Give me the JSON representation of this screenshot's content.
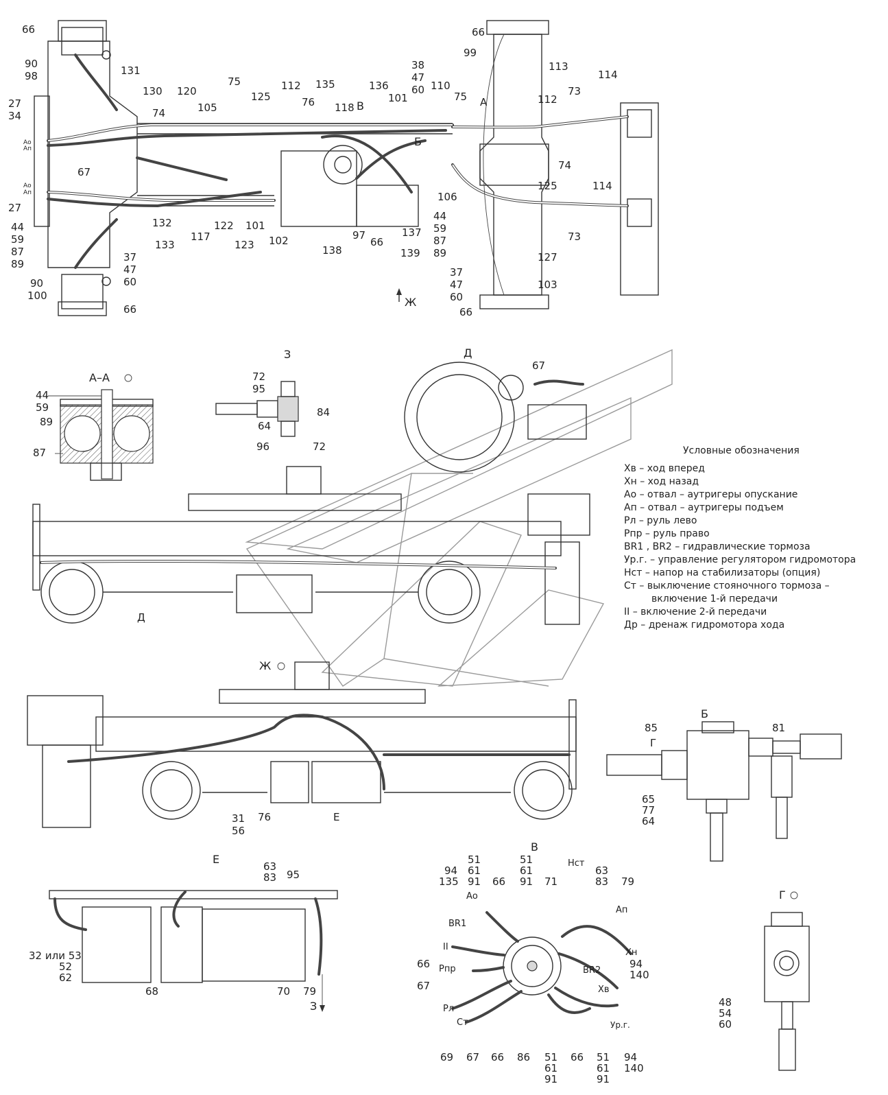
{
  "top_plan": {
    "labels_left": [
      "66",
      "90",
      "98",
      "27",
      "34",
      "Ао",
      "Ап",
      "67",
      "Ао",
      "Ап",
      "27",
      "44",
      "59",
      "87",
      "89",
      "90",
      "100",
      "66"
    ],
    "labels_top": [
      "131",
      "130",
      "120",
      "74",
      "105",
      "75",
      "125",
      "112",
      "76",
      "135",
      "118",
      "В",
      "136",
      "101",
      "38",
      "47",
      "60",
      "110",
      "75",
      "Б",
      "А",
      "66",
      "99",
      "113",
      "112",
      "73",
      "114"
    ],
    "labels_bottom": [
      "132",
      "133",
      "117",
      "122",
      "123",
      "101",
      "102",
      "138",
      "97",
      "66",
      "137",
      "139",
      "106",
      "44",
      "59",
      "87",
      "89",
      "37",
      "47",
      "60",
      "66",
      "74",
      "125",
      "114",
      "73",
      "127",
      "103",
      "37",
      "47",
      "60"
    ],
    "direction_mark": "Ж"
  },
  "section_aa": {
    "title": "А–А",
    "labels": [
      "44",
      "59",
      "89",
      "87"
    ]
  },
  "view_z": {
    "title": "З",
    "labels": [
      "72",
      "95",
      "84",
      "64",
      "96",
      "72"
    ]
  },
  "view_d": {
    "title": "Д",
    "labels": [
      "67"
    ]
  },
  "side_view": {
    "labels": [
      "Д"
    ]
  },
  "view_zh": {
    "title": "Ж",
    "labels": [
      "31",
      "56",
      "76",
      "Е"
    ]
  },
  "view_b": {
    "title": "Б",
    "labels": [
      "85",
      "Г",
      "81",
      "65",
      "77",
      "64"
    ]
  },
  "view_e": {
    "title": "Е",
    "labels": [
      "63",
      "83",
      "95",
      "32 или 53",
      "52",
      "62",
      "68",
      "70",
      "79",
      "З"
    ]
  },
  "view_v": {
    "title": "В",
    "labels": [
      "94",
      "135",
      "51",
      "61",
      "91",
      "66",
      "51",
      "61",
      "91",
      "71",
      "Нст",
      "63",
      "83",
      "79",
      "Ао",
      "BR1",
      "II",
      "66",
      "Рпр",
      "67",
      "Рл",
      "Ст",
      "Ап",
      "Хн",
      "94",
      "140",
      "BR2",
      "Хв",
      "Ур.г.",
      "69",
      "67",
      "66",
      "86",
      "51",
      "61",
      "91",
      "66",
      "51",
      "61",
      "91",
      "94",
      "140"
    ]
  },
  "view_g": {
    "title": "Г",
    "labels": [
      "48",
      "54",
      "60"
    ]
  },
  "legend": {
    "title": "Условные обозначения",
    "items": [
      "Хв – ход вперед",
      "Хн – ход назад",
      "Ао – отвал – аутригеры опускание",
      "Ап – отвал – аутригеры подъем",
      "Рл – руль лево",
      "Рпр – руль право",
      "BR1 , BR2 – гидравлические тормоза",
      "Ур.г. – управление регулятором гидромотора",
      "Нст – напор на стабилизаторы (опция)",
      "Ст – выключение стояночного тормоза –",
      "включение 1-й передачи",
      "II – включение 2-й передачи",
      "Др – дренаж гидромотора хода"
    ]
  }
}
